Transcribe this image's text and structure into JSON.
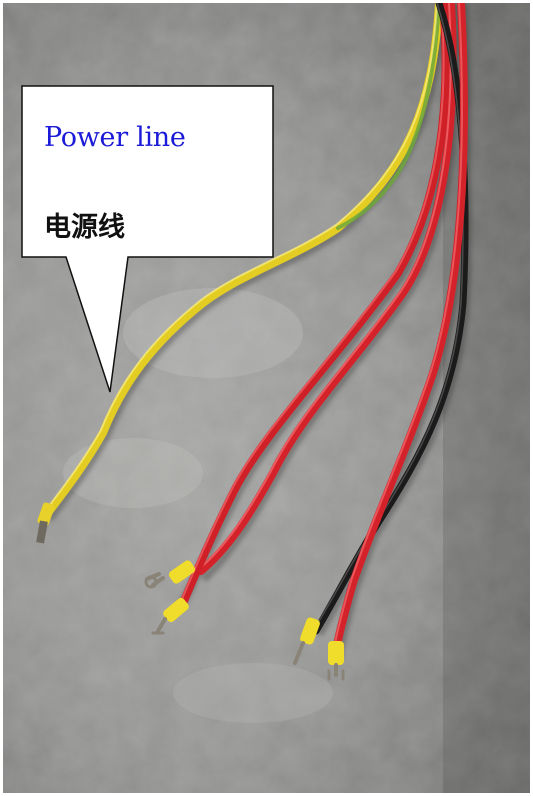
{
  "image": {
    "subject": "electrical-wires-on-concrete",
    "colors": {
      "background_concrete": "#8f8f8f",
      "yellow_wire": "#e8d22a",
      "red_wire": "#d8242b",
      "black_wire": "#1c1c1c",
      "green_yellow_wire": "#7fb13a",
      "sleeve_yellow": "#f2e02c",
      "lug_metal": "#8a8478"
    }
  },
  "callout": {
    "english_label": "Power line",
    "chinese_label": "电源线"
  }
}
